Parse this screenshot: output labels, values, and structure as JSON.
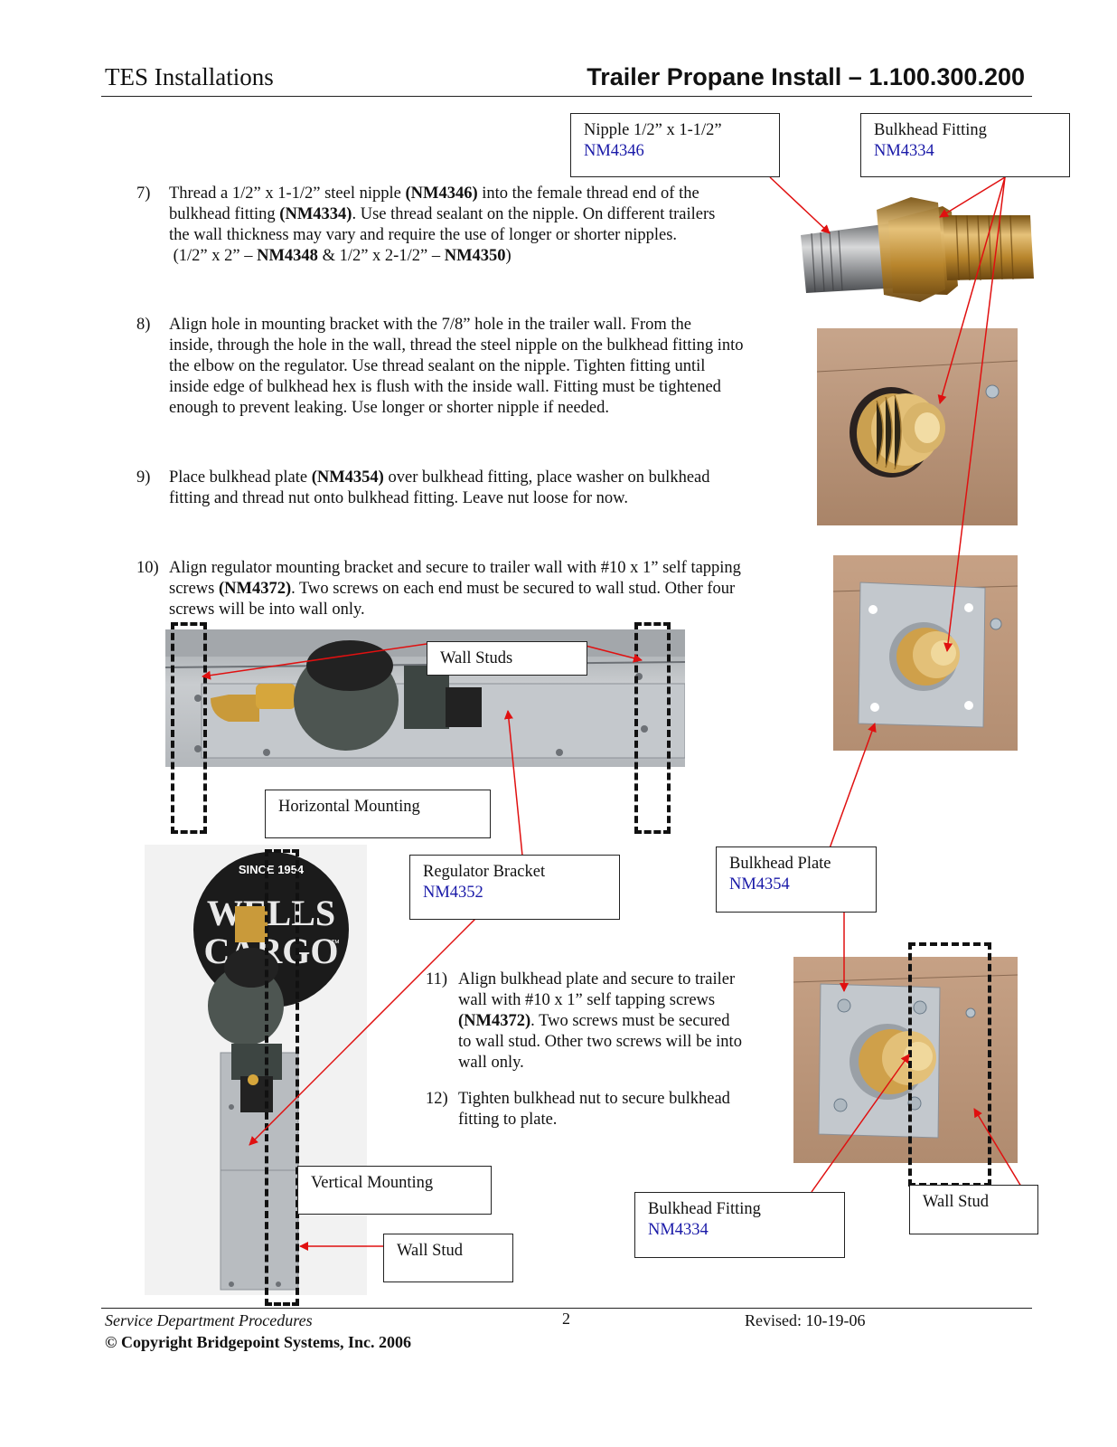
{
  "header": {
    "left": "TES Installations",
    "right": "Trailer Propane Install – 1.100.300.200"
  },
  "steps": [
    {
      "num": "7)",
      "parts": [
        {
          "t": "Thread a 1/2” x 1-1/2” steel nipple "
        },
        {
          "t": "(NM4346)",
          "b": true
        },
        {
          "t": " into the female thread end of the\nbulkhead fitting "
        },
        {
          "t": "(NM4334)",
          "b": true
        },
        {
          "t": ". Use thread sealant on the nipple. On different trailers\nthe wall thickness may vary and require the use of longer or shorter nipples.\n (1/2” x 2” – "
        },
        {
          "t": "NM4348",
          "b": true
        },
        {
          "t": " & 1/2” x 2-1/2” – "
        },
        {
          "t": "NM4350",
          "b": true
        },
        {
          "t": ")"
        }
      ]
    },
    {
      "num": "8)",
      "parts": [
        {
          "t": "Align hole in mounting bracket with the 7/8” hole in the trailer wall. From the\ninside, through the hole in the wall, thread the steel nipple on the bulkhead fitting into\nthe elbow on the regulator. Use thread sealant on the nipple. Tighten fitting until\ninside edge of bulkhead hex is flush with the inside wall. Fitting must be tightened\nenough to prevent leaking. Use longer or shorter nipple if needed."
        }
      ]
    },
    {
      "num": "9)",
      "parts": [
        {
          "t": "Place bulkhead plate "
        },
        {
          "t": "(NM4354)",
          "b": true
        },
        {
          "t": " over bulkhead fitting, place washer on bulkhead\nfitting and thread nut onto bulkhead fitting. Leave nut loose for now."
        }
      ]
    },
    {
      "num": "10)",
      "parts": [
        {
          "t": "Align regulator mounting bracket and secure to trailer wall with #10 x 1” self tapping\nscrews "
        },
        {
          "t": "(NM4372)",
          "b": true
        },
        {
          "t": ". Two screws on each end must be secured to wall stud. Other four\nscrews will be into wall only."
        }
      ]
    },
    {
      "num": "11)",
      "parts": [
        {
          "t": "Align bulkhead plate and secure to trailer\nwall with #10 x 1” self tapping screws\n"
        },
        {
          "t": "(NM4372)",
          "b": true
        },
        {
          "t": ". Two screws must be secured\nto wall stud. Other two screws will be into\nwall only."
        }
      ]
    },
    {
      "num": "12)",
      "parts": [
        {
          "t": "Tighten bulkhead nut to secure bulkhead\nfitting to plate."
        }
      ]
    }
  ],
  "callouts": {
    "nipple": {
      "label": "Nipple 1/2” x 1-1/2”",
      "part": "NM4346"
    },
    "bulkhead_fitting_top": {
      "label": "Bulkhead Fitting",
      "part": "NM4334"
    },
    "wall_studs": {
      "label": "Wall Studs"
    },
    "horizontal_mounting": {
      "label": "Horizontal Mounting"
    },
    "regulator_bracket": {
      "label": "Regulator Bracket",
      "part": "NM4352"
    },
    "bulkhead_plate": {
      "label": "Bulkhead Plate",
      "part": "NM4354"
    },
    "vertical_mounting": {
      "label": "Vertical Mounting"
    },
    "wall_stud_left": {
      "label": "Wall Stud"
    },
    "bulkhead_fitting_bottom": {
      "label": "Bulkhead Fitting",
      "part": "NM4334"
    },
    "wall_stud_right": {
      "label": "Wall Stud"
    }
  },
  "logo": {
    "line1": "SINCE 1954",
    "line2": "WELLS",
    "line3": "CARGO",
    "tm": "™"
  },
  "footer": {
    "left": "Service Department Procedures",
    "copyright": "© Copyright Bridgepoint Systems, Inc. 2006",
    "page": "2",
    "revised": "Revised: 10-19-06"
  },
  "colors": {
    "arrow": "#e01010",
    "part_number": "#1a1aa8",
    "wood": "#b58f73",
    "plate": "#b9bec4",
    "brass": "#c99a3a"
  }
}
